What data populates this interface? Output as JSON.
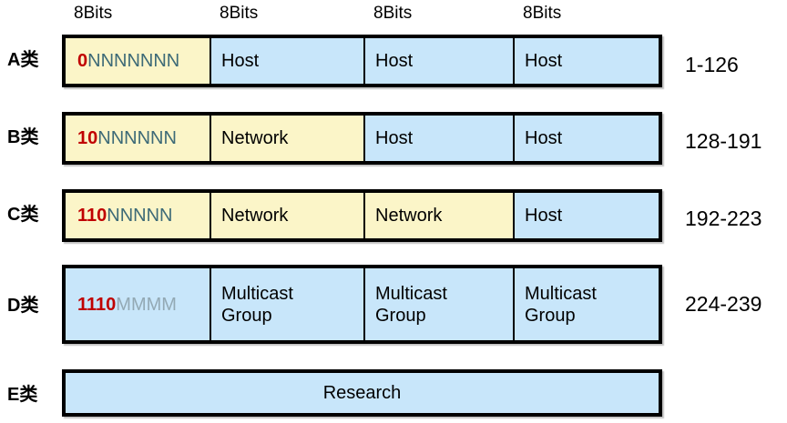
{
  "column_headers": [
    "8Bits",
    "8Bits",
    "8Bits",
    "8Bits"
  ],
  "colors": {
    "network_fill": "#fbf5c8",
    "host_fill": "#c8e6fa",
    "fixed_bits": "#c00000",
    "variable_bits": "#3d6a77",
    "muted_bits": "#93a9b4",
    "border": "#000000"
  },
  "rows": [
    {
      "label": "A类",
      "range": "1-126",
      "bits": {
        "fixed": "0",
        "variable": "NNNNNNN",
        "muted": false
      },
      "cells": [
        {
          "text": "Host",
          "fill": "host"
        },
        {
          "text": "Host",
          "fill": "host"
        },
        {
          "text": "Host",
          "fill": "host"
        }
      ],
      "first_cell_fill": "network"
    },
    {
      "label": "B类",
      "range": "128-191",
      "bits": {
        "fixed": "10",
        "variable": "NNNNNN",
        "muted": false
      },
      "cells": [
        {
          "text": "Network",
          "fill": "network"
        },
        {
          "text": "Host",
          "fill": "host"
        },
        {
          "text": "Host",
          "fill": "host"
        }
      ],
      "first_cell_fill": "network"
    },
    {
      "label": "C类",
      "range": "192-223",
      "bits": {
        "fixed": "110",
        "variable": "NNNNN",
        "muted": false
      },
      "cells": [
        {
          "text": "Network",
          "fill": "network"
        },
        {
          "text": "Network",
          "fill": "network"
        },
        {
          "text": "Host",
          "fill": "host"
        }
      ],
      "first_cell_fill": "network"
    },
    {
      "label": "D类",
      "range": "224-239",
      "bits": {
        "fixed": "1110",
        "variable": "MMMM",
        "muted": true
      },
      "cells": [
        {
          "text": "Multicast\nGroup",
          "fill": "host"
        },
        {
          "text": "Multicast\nGroup",
          "fill": "host"
        },
        {
          "text": "Multicast\nGroup",
          "fill": "host"
        }
      ],
      "first_cell_fill": "host"
    },
    {
      "label": "E类",
      "range": "",
      "bits": null,
      "cells": [
        {
          "text": "Research",
          "fill": "host"
        }
      ],
      "first_cell_fill": "host"
    }
  ]
}
